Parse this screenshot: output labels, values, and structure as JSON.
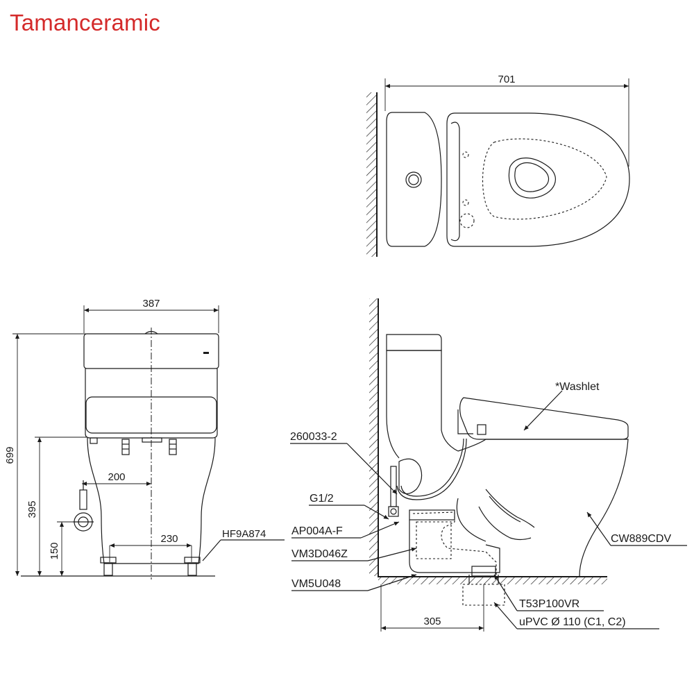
{
  "brand": {
    "label": "Tamanceramic",
    "color": "#d42a2a"
  },
  "top_view": {
    "width_dim": "701"
  },
  "front_view": {
    "width_dim": "387",
    "height_dim": "699",
    "seat_height_dim": "395",
    "supply_height_dim": "150",
    "supply_offset_dim": "200",
    "bolt_spacing_dim": "230",
    "part_floor_bolt": "HF9A874"
  },
  "side_view": {
    "wall_offset_dim": "305",
    "parts": {
      "washlet": "*Washlet",
      "hose": "260033-2",
      "thread": "G1/2",
      "valve": "AP004A-F",
      "adapter": "VM3D046Z",
      "floor_flange": "VM5U048",
      "bowl": "CW889CDV",
      "outlet": "T53P100VR",
      "drain_pipe": "uPVC Ø 110 (C1, C2)"
    }
  }
}
